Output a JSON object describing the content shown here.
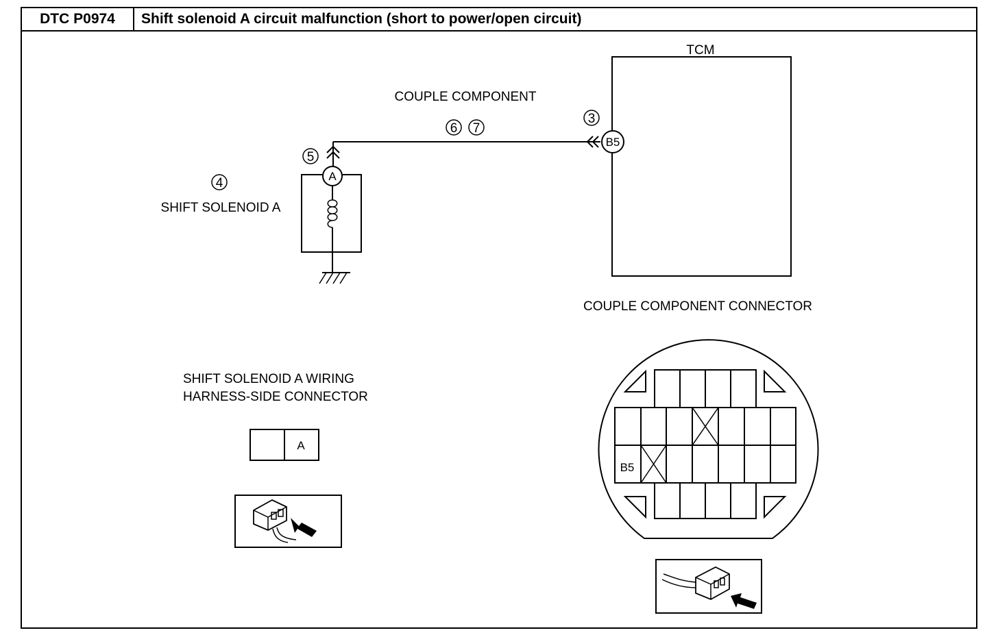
{
  "header": {
    "code": "DTC P0974",
    "title": "Shift solenoid A circuit malfunction (short to power/open circuit)"
  },
  "diagram": {
    "tcm_label": "TCM",
    "couple_component_label": "COUPLE COMPONENT",
    "solenoid_label": "SHIFT SOLENOID A",
    "terminal_a": "A",
    "terminal_b5": "B5",
    "step_tcm_terminal": "3",
    "step_solenoid": "4",
    "step_solenoid_terminal": "5",
    "step_wire_1": "6",
    "step_wire_2": "7"
  },
  "connectors": {
    "harness_title_line1": "SHIFT SOLENOID A WIRING",
    "harness_title_line2": "HARNESS-SIDE CONNECTOR",
    "harness_pin": "A",
    "couple_title": "COUPLE COMPONENT CONNECTOR",
    "couple_pin": "B5"
  }
}
